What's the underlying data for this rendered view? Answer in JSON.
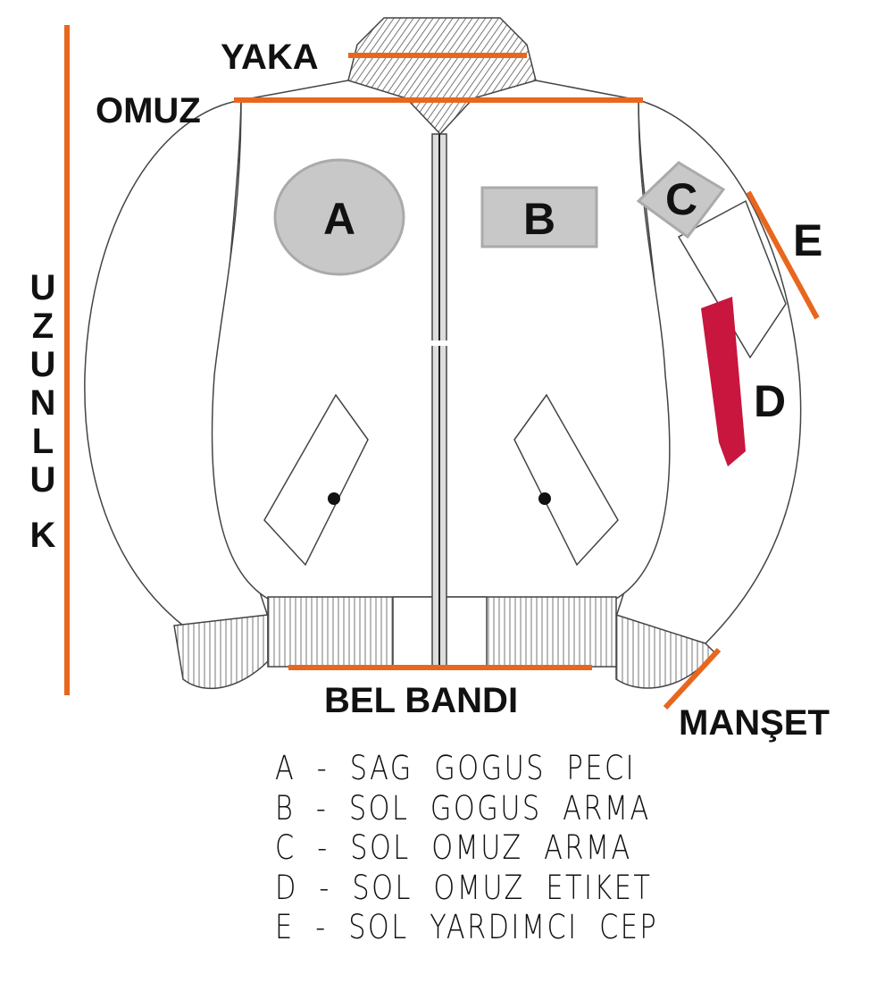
{
  "measurements": {
    "collar": "YAKA",
    "shoulder": "OMUZ",
    "length_letters": [
      "U",
      "Z",
      "U",
      "N",
      "L",
      "U",
      "K"
    ],
    "length": "UZUNLUK",
    "waistband": "BEL BANDI",
    "cuff": "MANŞET",
    "pocket": "E"
  },
  "patches": {
    "a": "A",
    "b": "B",
    "c": "C",
    "d": "D"
  },
  "legend": [
    "A - SAG GOGUS PECI",
    "B - SOL GOGUS ARMA",
    "C - SOL OMUZ ARMA",
    "D - SOL OMUZ ETIKET",
    "E - SOL YARDIMCI CEP"
  ],
  "colors": {
    "measure_line": "#e8671e",
    "patch": "#c8c8c8",
    "tag": "#c8163e"
  }
}
